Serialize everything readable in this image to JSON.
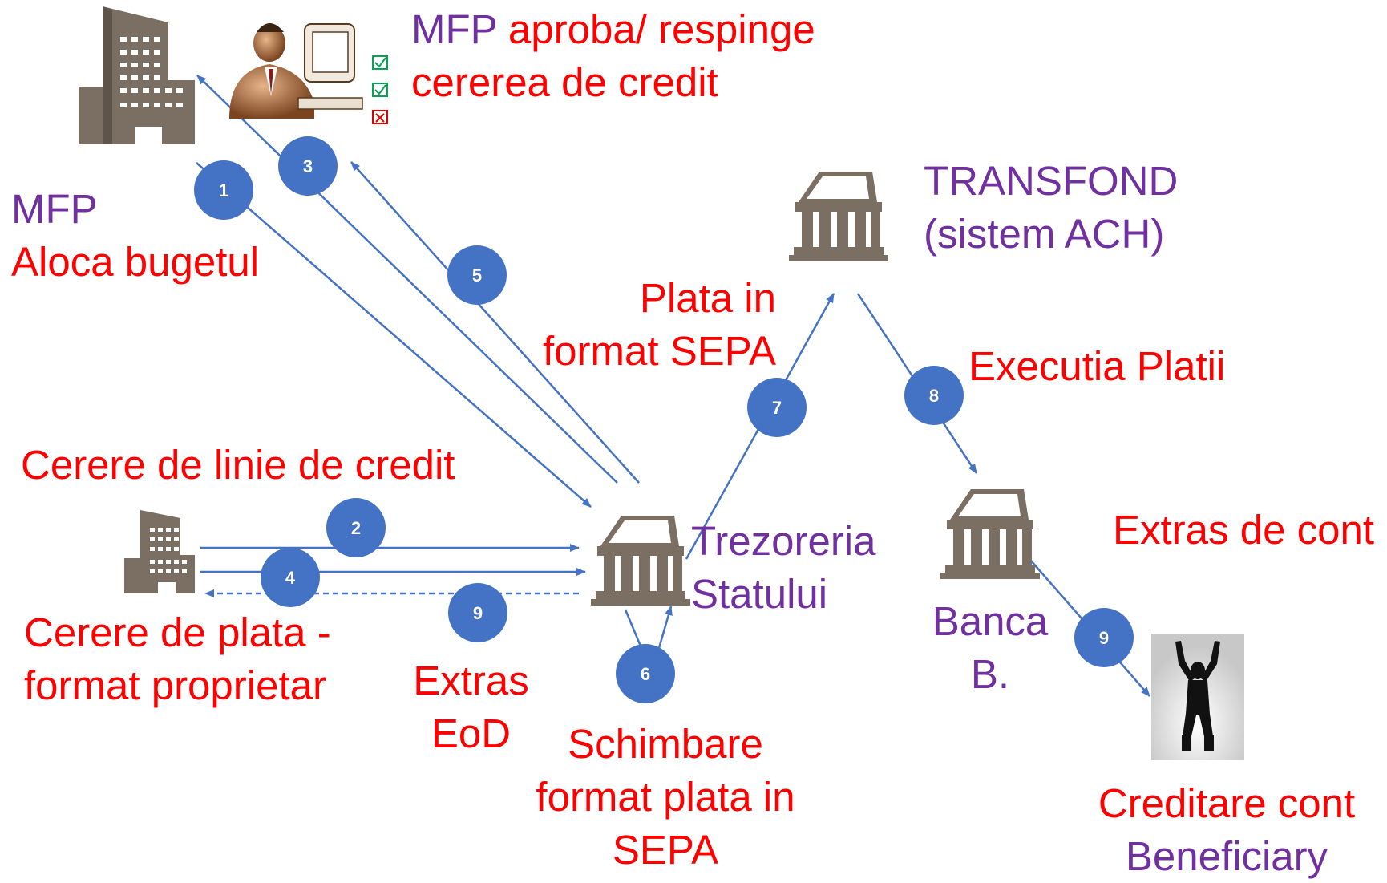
{
  "labels": {
    "mfp_approve_prefix": "MFP",
    "mfp_approve_line1": "aproba/ respinge",
    "mfp_approve_line2": "cererea de credit",
    "mfp_allocate_line1": "MFP",
    "mfp_allocate_line2": "Aloca bugetul",
    "transfond_line1": "TRANSFOND",
    "transfond_line2": "(sistem ACH)",
    "sepa_line1": "Plata in",
    "sepa_line2": "format SEPA",
    "execution": "Executia Platii",
    "credit_line_request": "Cerere de linie de credit",
    "treasury_line1": "Trezoreria",
    "treasury_line2": "Statului",
    "statement": "Extras de cont",
    "payment_request_line1": "Cerere de plata -",
    "payment_request_line2": "format proprietar",
    "bank_line1": "Banca",
    "bank_line2": "B.",
    "eod_line1": "Extras",
    "eod_line2": "EoD",
    "format_change_line1": "Schimbare",
    "format_change_line2": "format plata in",
    "format_change_line3": "SEPA",
    "credit_account_line1": "Creditare cont",
    "credit_account_line2": "Beneficiary"
  },
  "steps": [
    "1",
    "2",
    "3",
    "4",
    "5",
    "6",
    "7",
    "8",
    "9",
    "9"
  ],
  "icons": {
    "ministry": "office-building-icon",
    "officer": "person-at-computer-icon",
    "checklist": "checklist-icon",
    "transfond": "bank-building-icon",
    "treasury": "bank-building-icon",
    "bank": "bank-building-icon",
    "applicant": "office-building-icon",
    "beneficiary": "person-celebrating-icon"
  },
  "colors": {
    "accent_red": "#ff0000",
    "accent_purple": "#7030a0",
    "arrow_blue": "#4472c4",
    "step_circle": "#4472c4",
    "check_green": "#00a651"
  }
}
